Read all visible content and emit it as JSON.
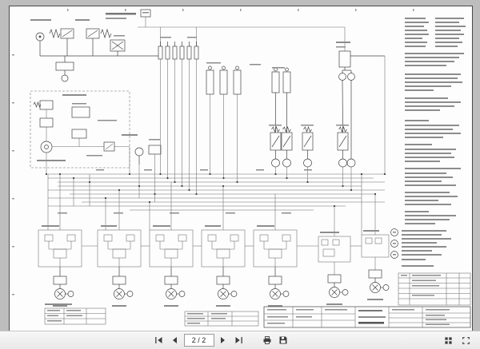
{
  "colors": {
    "canvas_bg": "#bdbdbd",
    "page_bg": "#fdfdfd",
    "toolbar_bg": "#e9e9e9",
    "ink": "#444444",
    "ink_light": "#8c8c8c"
  },
  "toolbar": {
    "page_indicator": "2 / 2",
    "icons": [
      "first-page",
      "previous-page",
      "next-page",
      "last-page",
      "print",
      "save",
      "thumbnails",
      "fullscreen"
    ]
  },
  "document": {
    "description": "Monochrome hydraulic/electrical schematic sheet with component symbols, wiring bus, notes column, revision table and title block; drawing text is below legibility at this scale"
  }
}
